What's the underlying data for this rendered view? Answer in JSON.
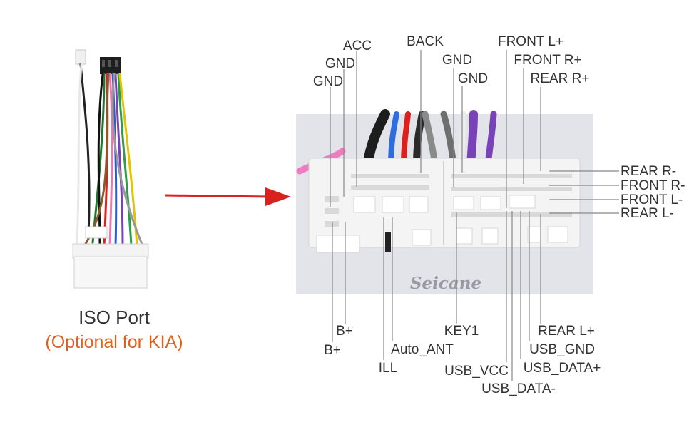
{
  "left_panel": {
    "title": "ISO Port",
    "subtitle": "(Optional for KIA)"
  },
  "brand": "Seicane",
  "colors": {
    "arrow": "#d9211e",
    "subtitle": "#e0601e",
    "label": "#333333",
    "leader": "#888888",
    "photo_bg": "#e3e3ea",
    "connector": "#f4f4f4"
  },
  "pin_labels": {
    "top": [
      "ACC",
      "GND",
      "GND",
      "BACK",
      "GND",
      "GND",
      "FRONT L+",
      "FRONT R+",
      "REAR R+"
    ],
    "right": [
      "REAR R-",
      "FRONT R-",
      "FRONT L-",
      "REAR L-"
    ],
    "bottom": [
      "B+",
      "B+",
      "Auto_ANT",
      "ILL",
      "KEY1",
      "USB_VCC",
      "USB_DATA-",
      "USB_DATA+",
      "USB_GND",
      "REAR L+"
    ]
  }
}
